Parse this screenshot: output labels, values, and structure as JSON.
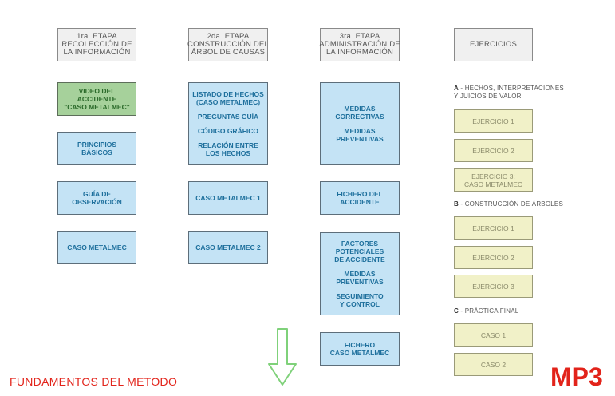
{
  "headers": [
    [
      "1ra. ETAPA",
      "RECOLECCIÓN DE",
      "LA INFORMACIÓN"
    ],
    [
      "2da. ETAPA",
      "CONSTRUCCIÓN DEL",
      "ÁRBOL DE CAUSAS"
    ],
    [
      "3ra. ETAPA",
      "ADMINISTRACIÓN DE",
      "LA INFORMACIÓN"
    ],
    [
      "EJERCICIOS"
    ]
  ],
  "col1": {
    "video": [
      "VIDEO DEL",
      "ACCIDENTE",
      "\"CASO METALMEC\""
    ],
    "principios": [
      "PRINCIPIOS",
      "BÁSICOS"
    ],
    "guia": [
      "GUÍA DE",
      "OBSERVACIÓN"
    ],
    "caso": [
      "CASO METALMEC"
    ]
  },
  "col2": {
    "listado": [
      [
        "LISTADO DE HECHOS",
        "(CASO METALMEC)"
      ],
      [
        "PREGUNTAS GUÍA"
      ],
      [
        "CÓDIGO GRÁFICO"
      ],
      [
        "RELACIÓN ENTRE",
        "LOS HECHOS"
      ]
    ],
    "caso1": [
      "CASO METALMEC 1"
    ],
    "caso2": [
      "CASO METALMEC 2"
    ]
  },
  "col3": {
    "medidas": [
      [
        "MEDIDAS",
        "CORRECTIVAS"
      ],
      [
        "MEDIDAS",
        "PREVENTIVAS"
      ]
    ],
    "fichero_accidente": [
      "FICHERO DEL",
      "ACCIDENTE"
    ],
    "factores": [
      [
        "FACTORES",
        "POTENCIALES",
        "DE ACCIDENTE"
      ],
      [
        "MEDIDAS",
        "PREVENTIVAS"
      ],
      [
        "SEGUIMIENTO",
        "Y CONTROL"
      ]
    ],
    "fichero_caso": [
      "FICHERO",
      "CASO METALMEC"
    ]
  },
  "ejercicios": {
    "sec_a_letter": "A",
    "sec_a_text1": " - HECHOS, INTERPRETACIONES",
    "sec_a_text2": "Y JUICIOS DE VALOR",
    "a_items": [
      [
        "EJERCICIO 1"
      ],
      [
        "EJERCICIO 2"
      ],
      [
        "EJERCICIO 3:",
        "CASO METALMEC"
      ]
    ],
    "sec_b_letter": "B",
    "sec_b_text": " - CONSTRUCCIÓN DE ÁRBOLES",
    "b_items": [
      [
        "EJERCICIO 1"
      ],
      [
        "EJERCICIO 2"
      ],
      [
        "EJERCICIO 3"
      ]
    ],
    "sec_c_letter": "C",
    "sec_c_text": " - PRÁCTICA FINAL",
    "c_items": [
      [
        "CASO 1"
      ],
      [
        "CASO 2"
      ]
    ]
  },
  "footer": "FUNDAMENTOS DEL METODO",
  "badge": "MP3",
  "colors": {
    "header_bg": "#f0f0f0",
    "blue_bg": "#c4e3f5",
    "blue_text": "#1d6f9c",
    "green_bg": "#a6d19b",
    "yellow_bg": "#f1f1c8",
    "accent_red": "#e2231a",
    "arrow_green": "#7fd17a"
  },
  "icons": {
    "scroll_arrow": "down-arrow-icon"
  }
}
